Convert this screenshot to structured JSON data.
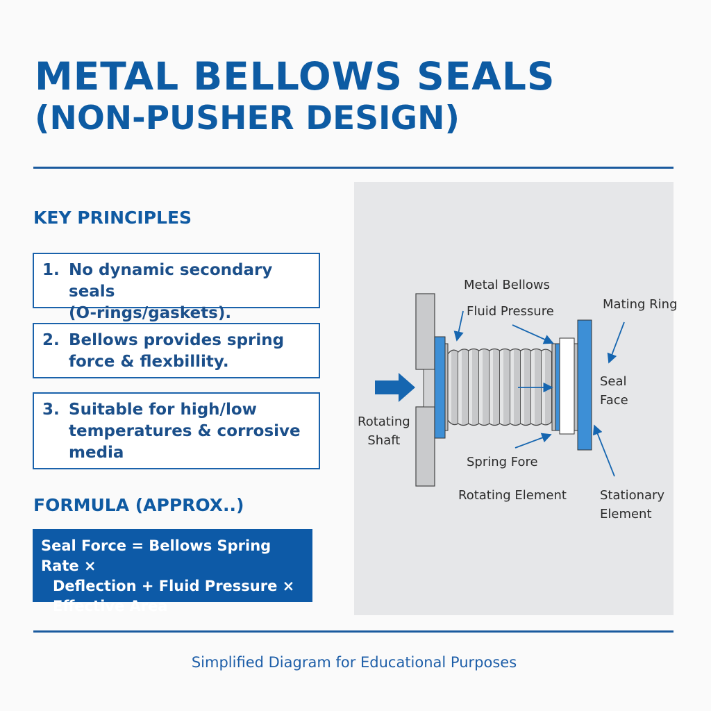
{
  "title": {
    "line1": "METAL BELLOWS SEALS",
    "line2": "(NON-PUSHER DESIGN)"
  },
  "principles": {
    "heading": "KEY PRINCIPLES",
    "items": [
      {
        "num": "1.",
        "lines": [
          "No dynamic secondary seals",
          "(O-rings/gaskets)."
        ]
      },
      {
        "num": "2.",
        "lines": [
          "Bellows provides spring",
          "force & flexbillity."
        ]
      },
      {
        "num": "3.",
        "lines": [
          "Suitable for high/low",
          "temperatures & corrosive",
          "media"
        ]
      }
    ]
  },
  "formula": {
    "heading": "FORMULA (APPROX..)",
    "lines": [
      "Seal Force = Bellows Spring Rate ×",
      "Deflection + Fluid Pressure ×",
      "Effective Area"
    ]
  },
  "diagram": {
    "labels": {
      "metal_bellows": "Metal Bellows",
      "fluid_pressure": "Fluid Pressure",
      "mating_ring": "Mating Ring",
      "seal_face_1": "Seal",
      "seal_face_2": "Face",
      "rotating_shaft_1": "Rotating",
      "rotating_shaft_2": "Shaft",
      "spring_force": "Spring Fore",
      "rotating_element": "Rotating Element",
      "stationary_element_1": "Stationary",
      "stationary_element_2": "Element"
    },
    "colors": {
      "blue": "#3d8fd6",
      "gray": "#c9cacc",
      "arrow": "#1666b0"
    }
  },
  "footer": "Simplified Diagram for Educational Purposes"
}
